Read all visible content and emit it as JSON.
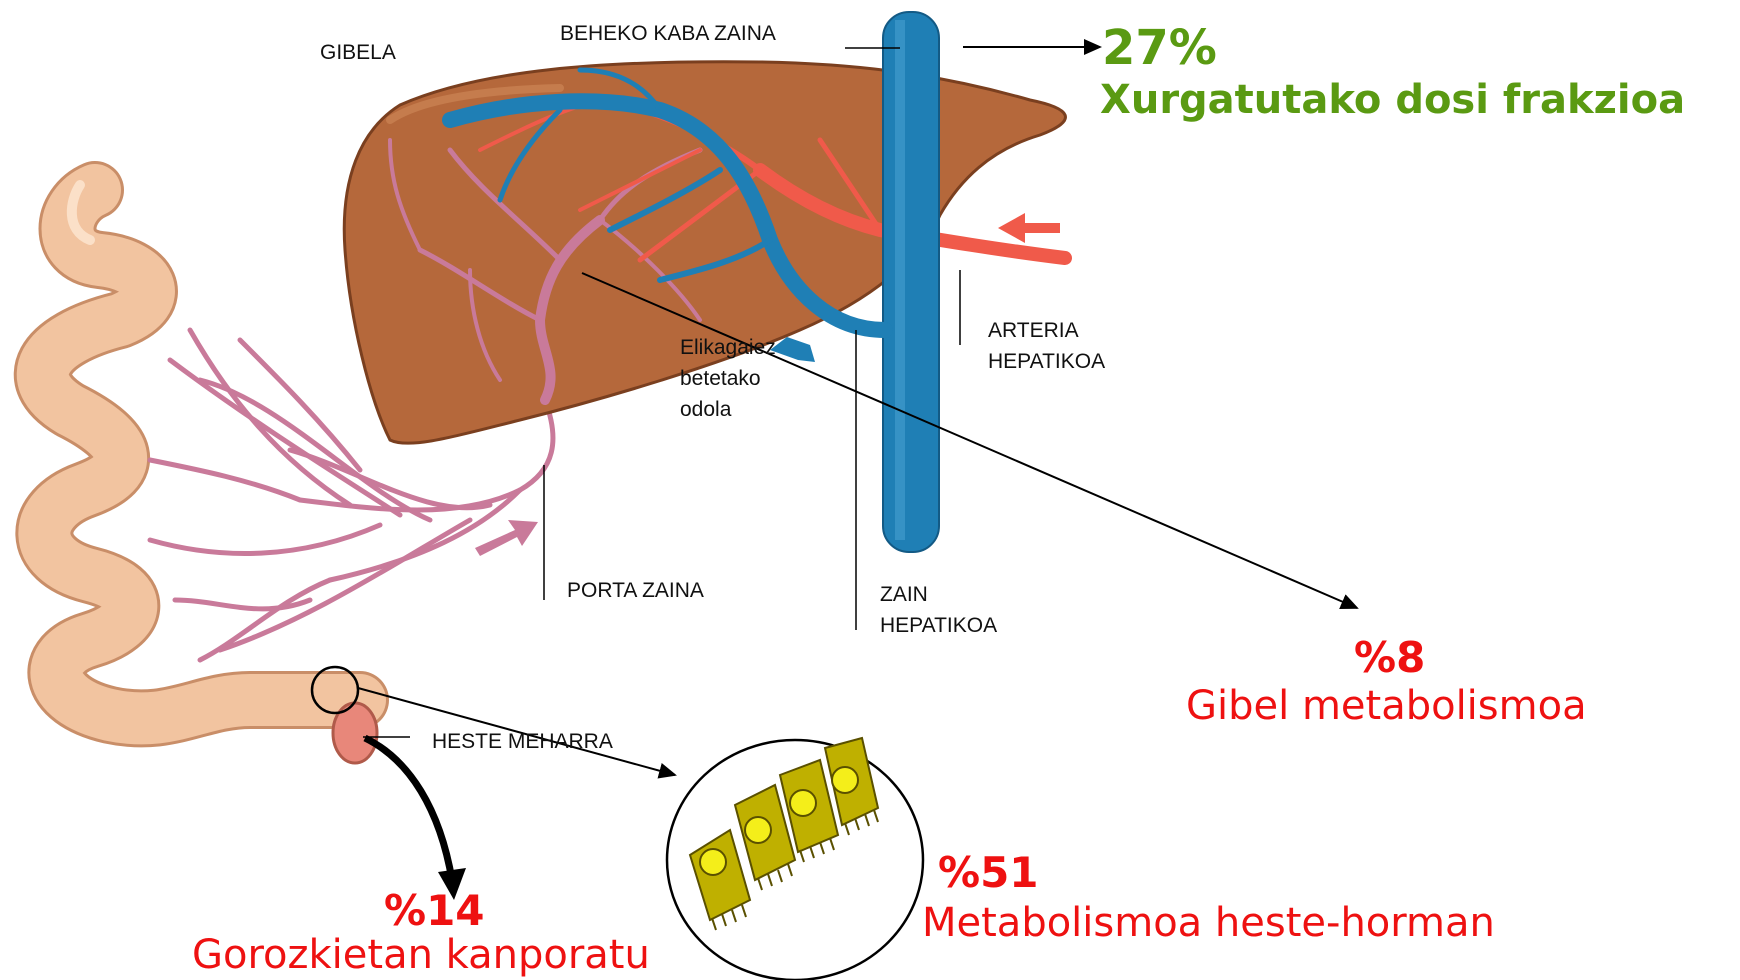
{
  "labels": {
    "liver": "GIBELA",
    "inferior_vena_cava": "BEHEKO KABA ZAINA",
    "hepatic_artery_line1": "ARTERIA",
    "hepatic_artery_line2": "HEPATIKOA",
    "nutrient_blood_line1": "Elikagaiez",
    "nutrient_blood_line2": "betetako",
    "nutrient_blood_line3": "odola",
    "portal_vein": "PORTA ZAINA",
    "hepatic_vein_line1": "ZAIN",
    "hepatic_vein_line2": "HEPATIKOA",
    "small_intestine": "HESTE MEHARRA"
  },
  "fractions": {
    "absorbed": {
      "percent": "27%",
      "text": "Xurgatutako dosi frakzioa",
      "color": "#5a9a12"
    },
    "liver_metabolism": {
      "percent": "%8",
      "text": "Gibel metabolismoa",
      "color": "#ee1111"
    },
    "gut_wall_metabolism": {
      "percent": "%51",
      "text": "Metabolismoa heste-horman",
      "color": "#ee1111"
    },
    "feces_excretion": {
      "percent": "%14",
      "text": "Gorozkietan kanporatu",
      "color": "#ee1111"
    }
  },
  "colors": {
    "liver": "#b5683b",
    "liver_dark": "#7a3f1f",
    "vein_blue": "#1f7fb5",
    "artery_red": "#f05a4a",
    "portal_pink": "#c97a9a",
    "intestine": "#f2c4a0",
    "intestine_dark": "#c98e68",
    "cells": "#bfb000",
    "nuclei": "#f4ee1a"
  }
}
